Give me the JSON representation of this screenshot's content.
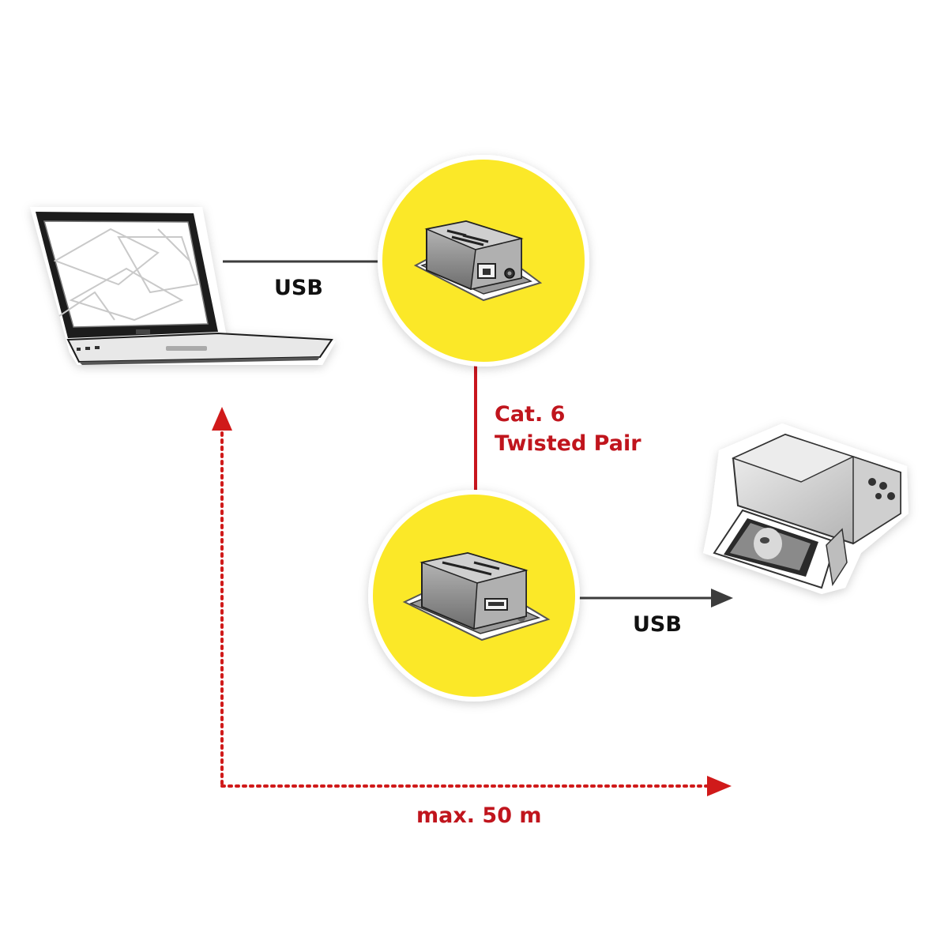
{
  "labels": {
    "usb_top": "USB",
    "usb_bottom": "USB",
    "cable_line1": "Cat. 6",
    "cable_line2": "Twisted Pair",
    "distance": "max. 50 m"
  },
  "colors": {
    "extender_circle": "#fbe828",
    "usb_line": "#3c3c3c",
    "cable_line": "#c8151e",
    "distance_arrow": "#d01a1a",
    "text_black": "#111111",
    "text_red": "#c0151d"
  },
  "icons": {
    "computer": "laptop-icon",
    "local_unit": "usb-extender-local-unit-icon",
    "remote_unit": "usb-extender-remote-unit-icon",
    "device": "printer-icon"
  }
}
